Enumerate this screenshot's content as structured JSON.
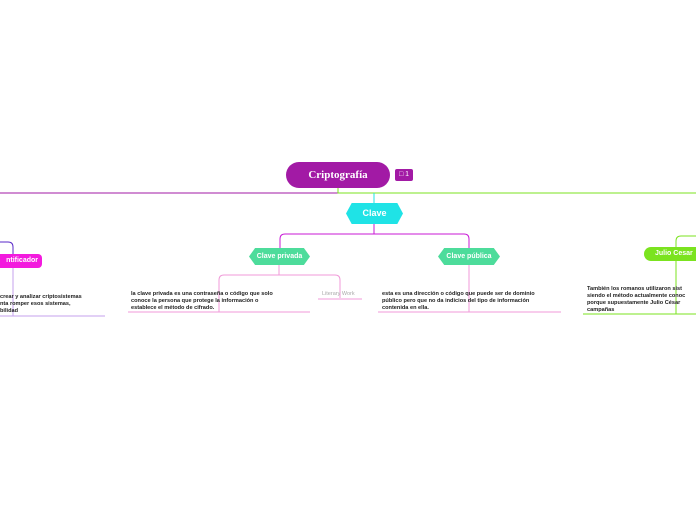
{
  "map": {
    "central": "Criptografía",
    "comment_badge": "1",
    "clave": "Clave",
    "clave_privada": "Clave privada",
    "clave_publica": "Clave pública",
    "identificador": "ntificador",
    "julio_cesar": "Julio Cesar",
    "literary_work": "Literary Work",
    "text_left": "crear y analizar criptosistemas\nnta romper esos sistemas,\nbilidad",
    "text_privada": "la clave privada es una contraseña o código que solo\nconoce la persona que protege la información o\nestablece el método de cifrado.",
    "text_publica": "esta es una dirección o código que puede ser de dominio\npúblico pero que no da indicios del tipo de información\ncontenida en ella.",
    "text_julio": "También los romanos utilizaron sist\nsiendo el método actualmente conoc\nporque supuestamente Julio César\ncampañas"
  },
  "colors": {
    "central": "#a21aa5",
    "clave": "#1fe3e6",
    "clave_sub": "#4ddc9b",
    "julio": "#7be31f",
    "identificador": "#f31ade"
  }
}
